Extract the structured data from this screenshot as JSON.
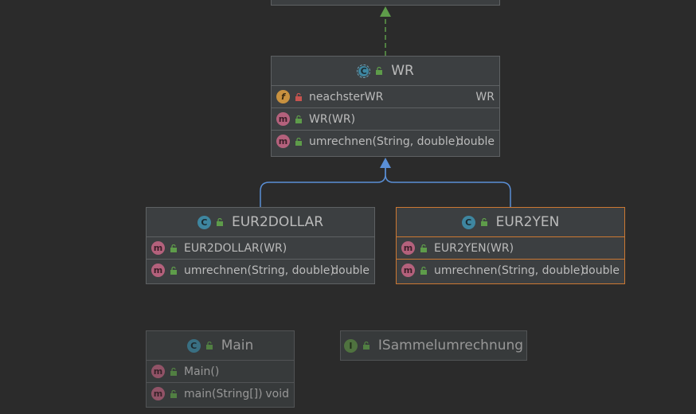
{
  "classes": {
    "wr": {
      "name": "WR",
      "field": {
        "name": "neachsterWR",
        "type": "WR"
      },
      "methods": [
        {
          "sig": "WR(WR)",
          "ret": ""
        },
        {
          "sig": "umrechnen(String, double)",
          "ret": "double"
        }
      ]
    },
    "eur2dollar": {
      "name": "EUR2DOLLAR",
      "methods": [
        {
          "sig": "EUR2DOLLAR(WR)",
          "ret": ""
        },
        {
          "sig": "umrechnen(String, double)",
          "ret": "double"
        }
      ]
    },
    "eur2yen": {
      "name": "EUR2YEN",
      "methods": [
        {
          "sig": "EUR2YEN(WR)",
          "ret": ""
        },
        {
          "sig": "umrechnen(String, double)",
          "ret": "double"
        }
      ]
    },
    "main": {
      "name": "Main",
      "methods": [
        {
          "sig": "Main()",
          "ret": ""
        },
        {
          "sig": "main(String[])",
          "ret": "void"
        }
      ]
    },
    "interface": {
      "name": "ISammelumrechnung"
    }
  },
  "icons": {
    "class": "C",
    "method": "m",
    "field": "f",
    "interface": "I"
  },
  "colors": {
    "background": "#2b2b2b",
    "node": "#3c3f41",
    "border": "#5e6163",
    "selected_border": "#cc7832",
    "implements_arrow": "#5e9c4a",
    "extends_arrow": "#5a8fd6"
  }
}
